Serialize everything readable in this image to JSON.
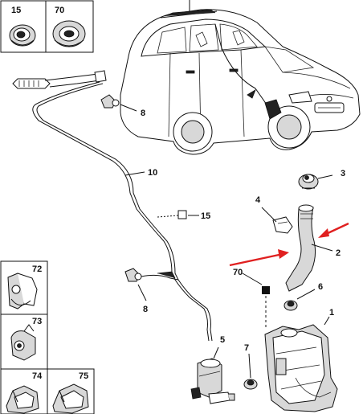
{
  "callouts": {
    "c15": "15",
    "c70": "70",
    "c72": "72",
    "c73": "73",
    "c74": "74",
    "c75": "75",
    "n1": "1",
    "n2": "2",
    "n3": "3",
    "n4": "4",
    "n5": "5",
    "n6": "6",
    "n7": "7",
    "n8a": "8",
    "n8b": "8",
    "n10": "10",
    "n15": "15",
    "n70": "70"
  },
  "colors": {
    "arrow": "#e02020",
    "line": "#111111",
    "fill": "#d8d8d8"
  }
}
